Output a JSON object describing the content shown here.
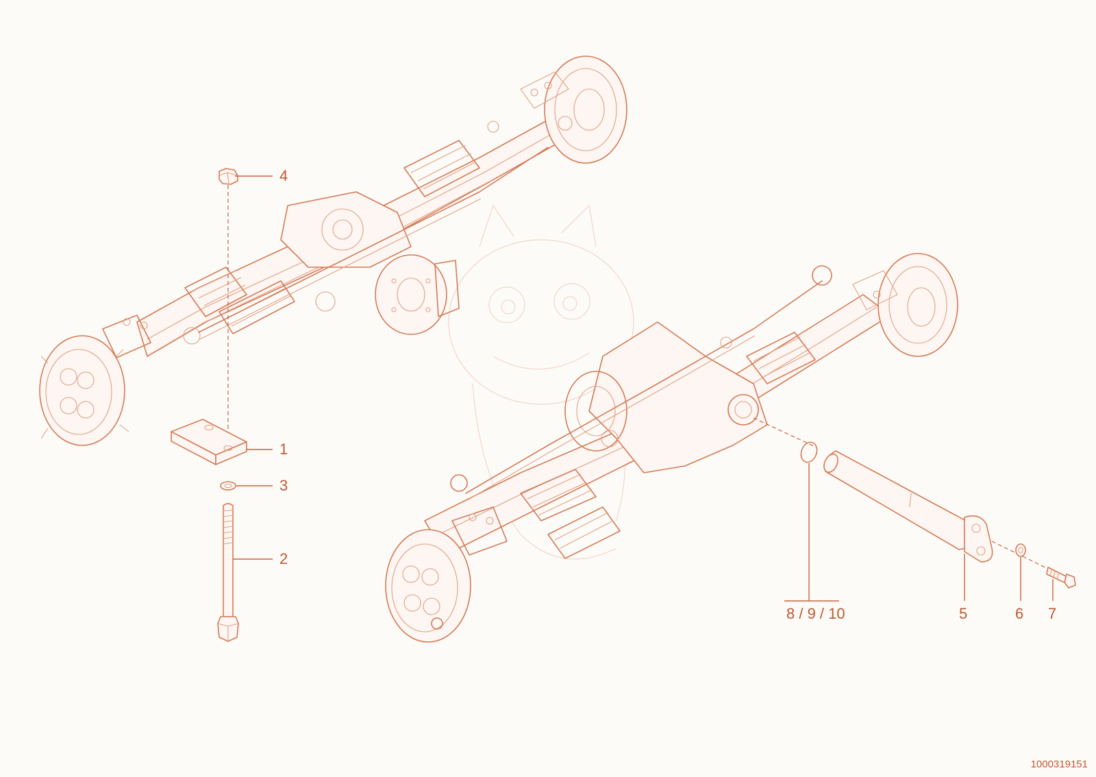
{
  "diagram": {
    "drawing_number": "1000319151",
    "callouts": [
      {
        "id": "callout-1",
        "label": "1"
      },
      {
        "id": "callout-2",
        "label": "2"
      },
      {
        "id": "callout-3",
        "label": "3"
      },
      {
        "id": "callout-4",
        "label": "4"
      },
      {
        "id": "callout-5",
        "label": "5"
      },
      {
        "id": "callout-6",
        "label": "6"
      },
      {
        "id": "callout-7",
        "label": "7"
      },
      {
        "id": "callout-8-9-10",
        "label": "8 / 9 / 10"
      }
    ],
    "colors": {
      "line": "#d47a55",
      "callout_text": "#c0582f",
      "background": "#fdfbf8"
    }
  }
}
